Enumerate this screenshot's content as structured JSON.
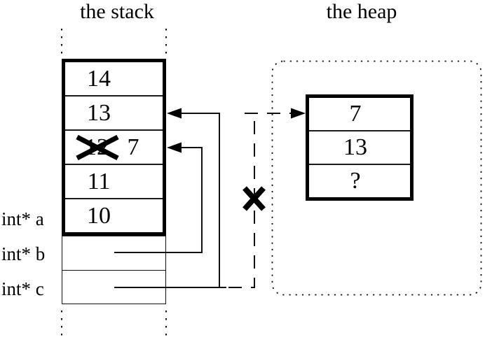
{
  "titles": {
    "stack": "the stack",
    "heap": "the heap"
  },
  "stack": {
    "cells": [
      {
        "value": "14",
        "crossed_out": false
      },
      {
        "value": "13",
        "crossed_out": false
      },
      {
        "value": "12",
        "crossed_out": true,
        "replacement_value": "7"
      },
      {
        "value": "11",
        "crossed_out": false
      },
      {
        "value": "10",
        "crossed_out": false
      }
    ],
    "frame_labels": [
      {
        "label": "int* a"
      },
      {
        "label": "int* b"
      },
      {
        "label": "int* c"
      }
    ]
  },
  "heap": {
    "cells": [
      {
        "value": "7"
      },
      {
        "value": "13"
      },
      {
        "value": "?"
      }
    ]
  },
  "icons": {
    "crossed_value_mark": "x-mark",
    "severed_pointer_mark": "x-mark",
    "pointer_arrowheads": "filled-triangle-arrow"
  },
  "colors": {
    "line": "#000000",
    "background": "#ffffff"
  }
}
